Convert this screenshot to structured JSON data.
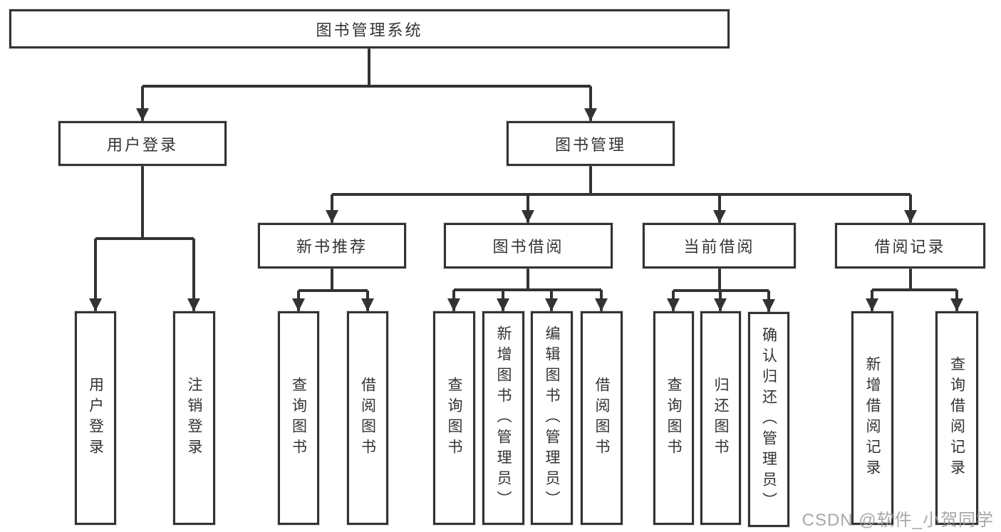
{
  "title": "图书管理系统",
  "tree": {
    "label": "图书管理系统",
    "children": [
      {
        "label": "用户登录",
        "children": [
          {
            "label": "用户登录"
          },
          {
            "label": "注销登录"
          }
        ]
      },
      {
        "label": "图书管理",
        "children": [
          {
            "label": "新书推荐",
            "children": [
              {
                "label": "查询图书"
              },
              {
                "label": "借阅图书"
              }
            ]
          },
          {
            "label": "图书借阅",
            "children": [
              {
                "label": "查询图书"
              },
              {
                "label": "新增图书（管理员）"
              },
              {
                "label": "编辑图书（管理员）"
              },
              {
                "label": "借阅图书"
              }
            ]
          },
          {
            "label": "当前借阅",
            "children": [
              {
                "label": "查询图书"
              },
              {
                "label": "归还图书"
              },
              {
                "label": "确认归还（管理员）"
              }
            ]
          },
          {
            "label": "借阅记录",
            "children": [
              {
                "label": "新增借阅记录"
              },
              {
                "label": "查询借阅记录"
              }
            ]
          }
        ]
      }
    ]
  },
  "watermark": "CSDN @软件_小贺同学",
  "colors": {
    "line": "#333333",
    "text": "#333333",
    "background": "#ffffff",
    "box_background": "#ffffff",
    "watermark": "#9e9e9e"
  }
}
